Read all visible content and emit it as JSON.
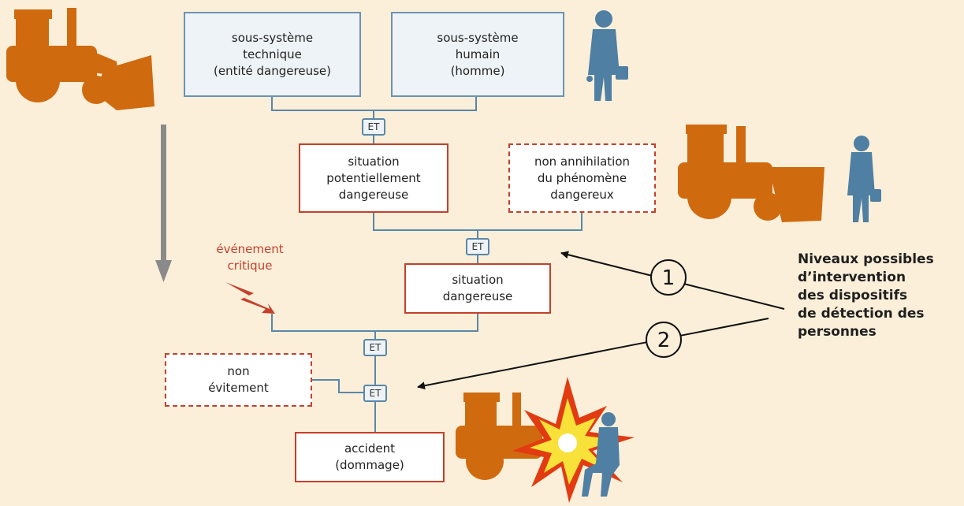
{
  "colors": {
    "background": "#fbefd9",
    "box_border_blue": "#6c93b2",
    "box_border_red": "#c4402b",
    "connector_blue": "#5b87a8",
    "machine_orange": "#d06a0f",
    "person_blue": "#4f7fa3",
    "arrow_gray": "#8a8a8a"
  },
  "boxes": {
    "technical_subsystem": "sous-système\ntechnique\n(entité dangereuse)",
    "human_subsystem": "sous-système\nhumain\n(homme)",
    "potentially_dangerous": "situation\npotentiellement\ndangereuse",
    "non_annihilation": "non annihilation\ndu phénomène\ndangereux",
    "dangerous_situation": "situation\ndangereuse",
    "non_avoidance": "non\névitement",
    "accident": "accident\n(dommage)"
  },
  "gates": {
    "g1": "ET",
    "g2": "ET",
    "g3": "ET",
    "g4": "ET"
  },
  "critical_event": "événement\ncritique",
  "levels": {
    "title": "Niveaux possibles\nd’intervention\ndes dispositifs\nde détection des\npersonnes",
    "marker1": "1",
    "marker2": "2"
  },
  "icons": [
    "loader-icon",
    "worker-icon",
    "loader-worker-icon",
    "collision-explosion-icon",
    "lightning-icon",
    "downward-arrow-icon"
  ]
}
